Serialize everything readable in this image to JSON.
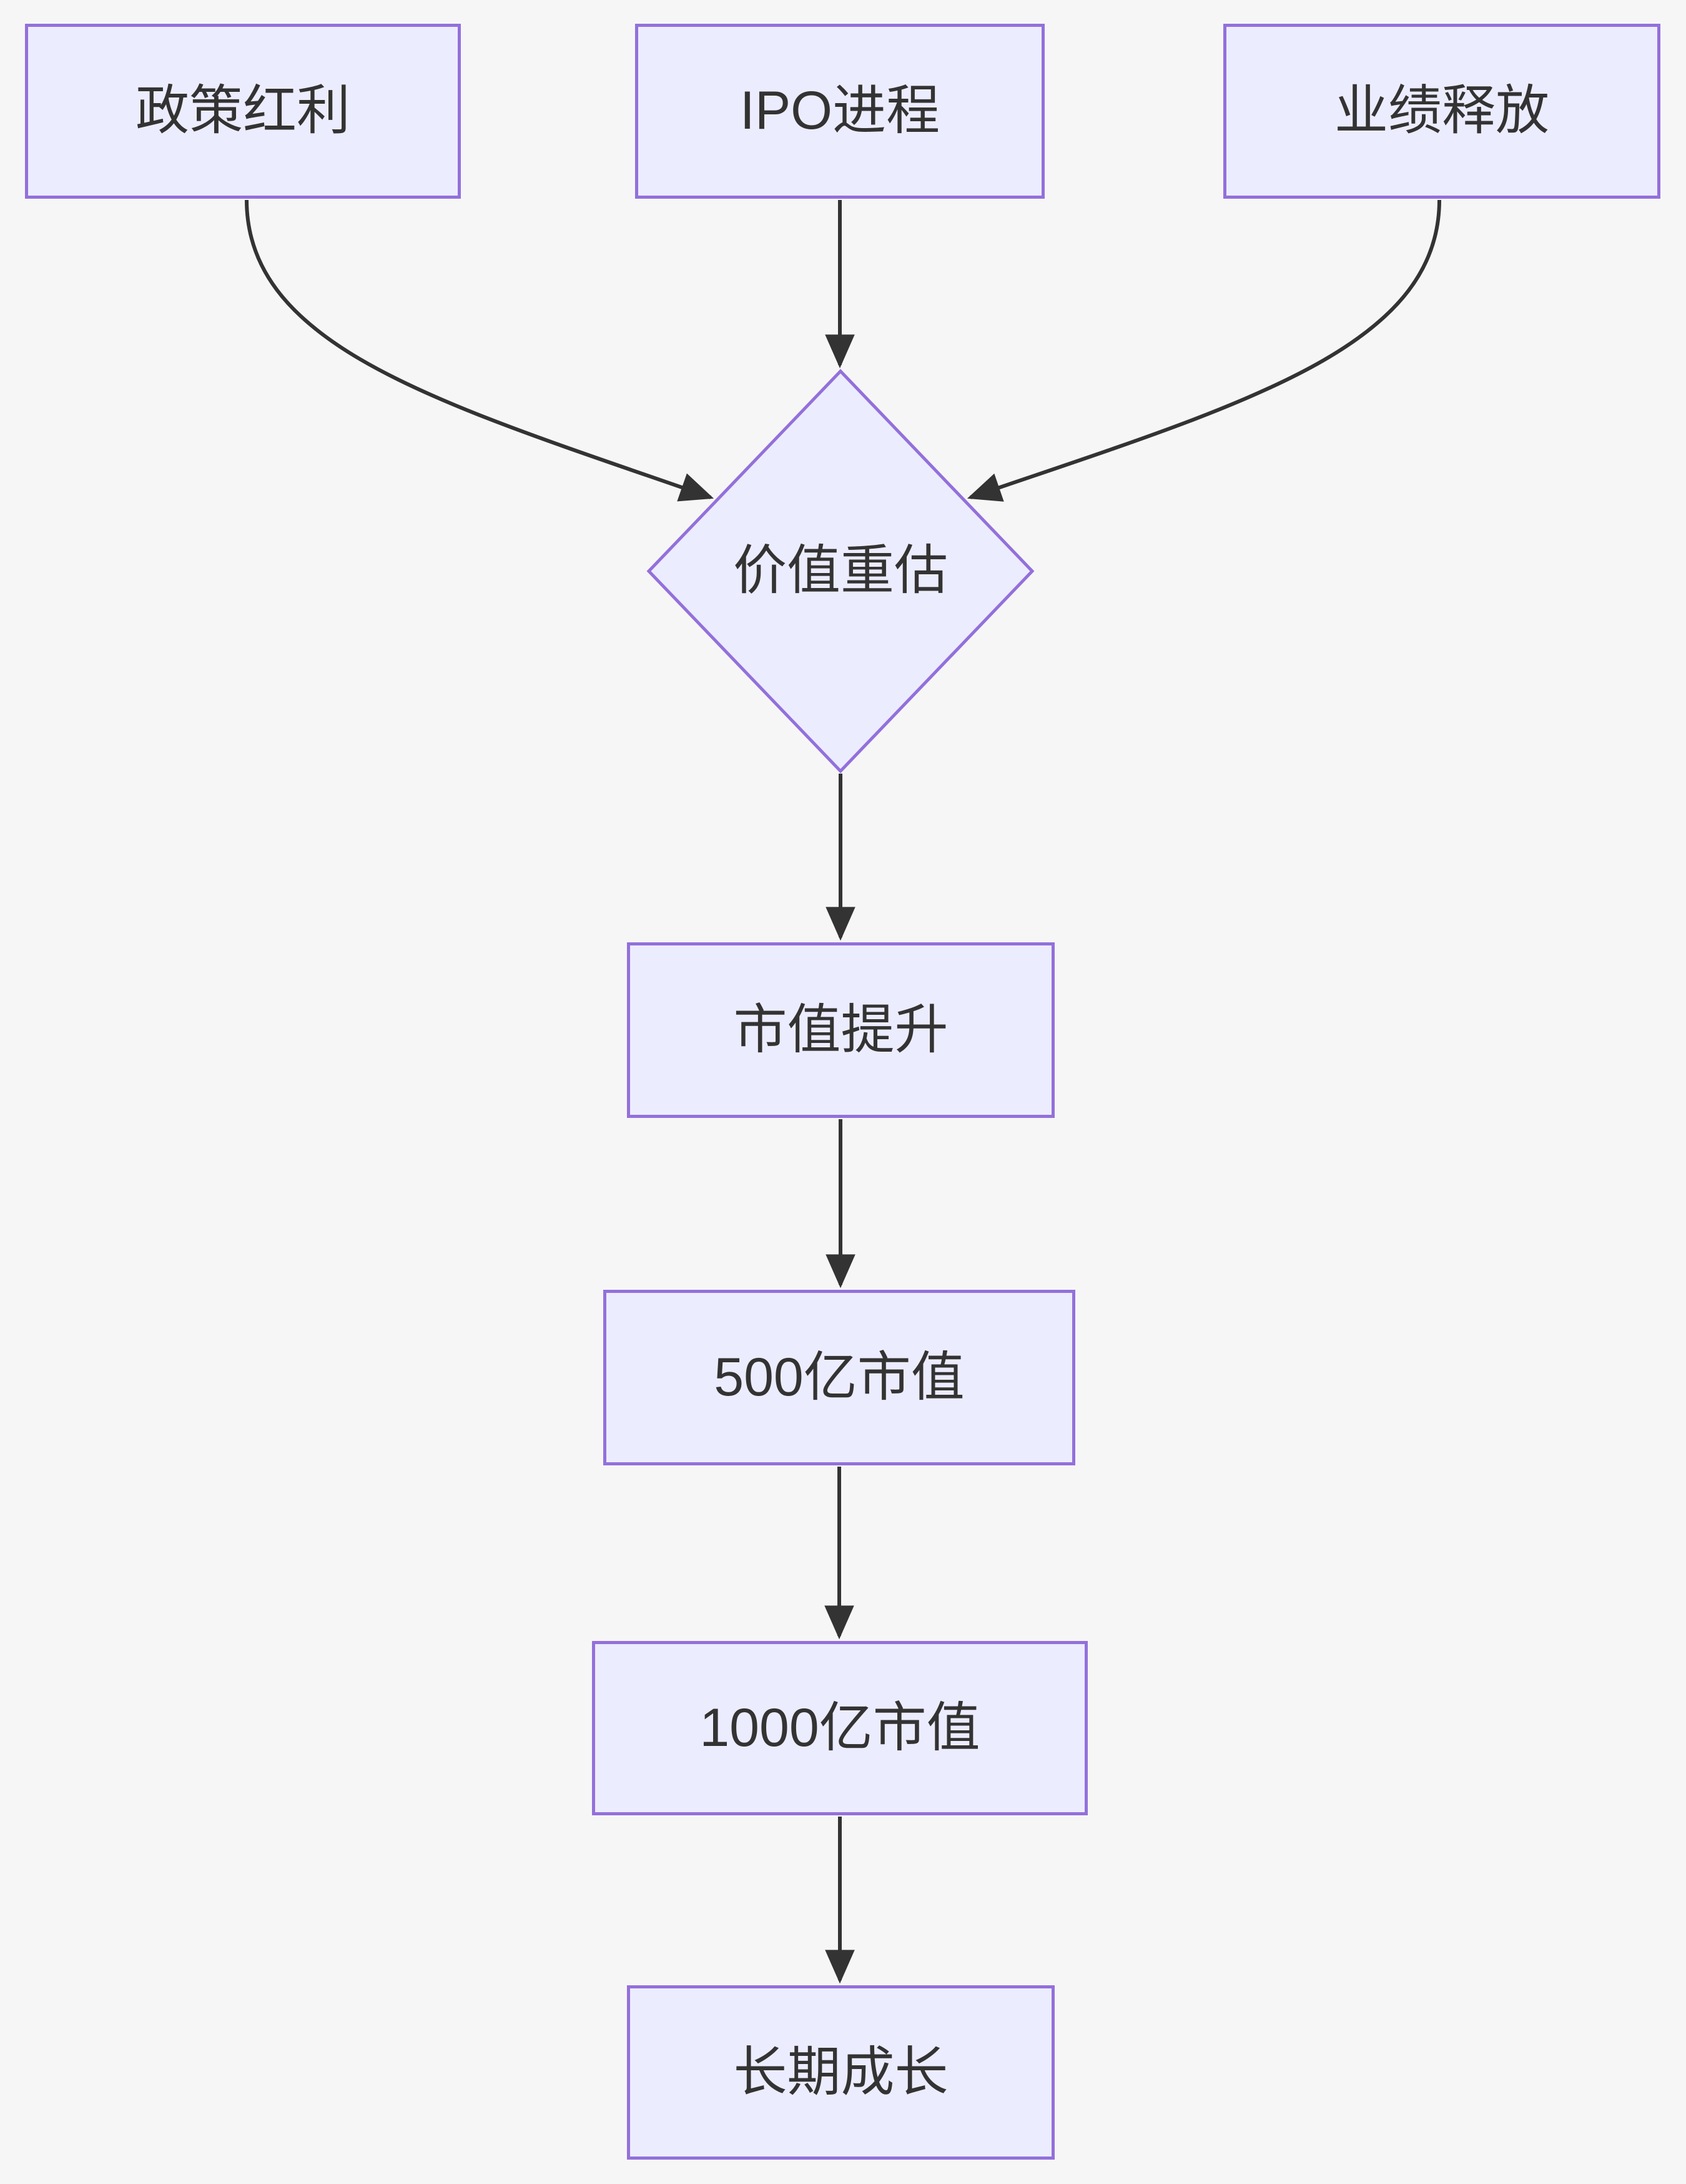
{
  "diagram": {
    "type": "flowchart",
    "direction": "top-down",
    "colors": {
      "background": "#f6f6f7",
      "node_fill": "#ececff",
      "node_border": "#9370db",
      "edge": "#333333",
      "text": "#333333"
    },
    "nodes": [
      {
        "id": "policy-dividend",
        "label": "政策红利",
        "shape": "rectangle"
      },
      {
        "id": "ipo-process",
        "label": "IPO进程",
        "shape": "rectangle"
      },
      {
        "id": "performance-release",
        "label": "业绩释放",
        "shape": "rectangle"
      },
      {
        "id": "value-revaluation",
        "label": "价值重估",
        "shape": "diamond"
      },
      {
        "id": "market-cap-rise",
        "label": "市值提升",
        "shape": "rectangle"
      },
      {
        "id": "market-cap-50b",
        "label": "500亿市值",
        "shape": "rectangle"
      },
      {
        "id": "market-cap-100b",
        "label": "1000亿市值",
        "shape": "rectangle"
      },
      {
        "id": "long-term-growth",
        "label": "长期成长",
        "shape": "rectangle"
      }
    ],
    "edges": [
      {
        "from": "政策红利",
        "to": "价值重估"
      },
      {
        "from": "IPO进程",
        "to": "价值重估"
      },
      {
        "from": "业绩释放",
        "to": "价值重估"
      },
      {
        "from": "价值重估",
        "to": "市值提升"
      },
      {
        "from": "市值提升",
        "to": "500亿市值"
      },
      {
        "from": "500亿市值",
        "to": "1000亿市值"
      },
      {
        "from": "1000亿市值",
        "to": "长期成长"
      }
    ]
  }
}
